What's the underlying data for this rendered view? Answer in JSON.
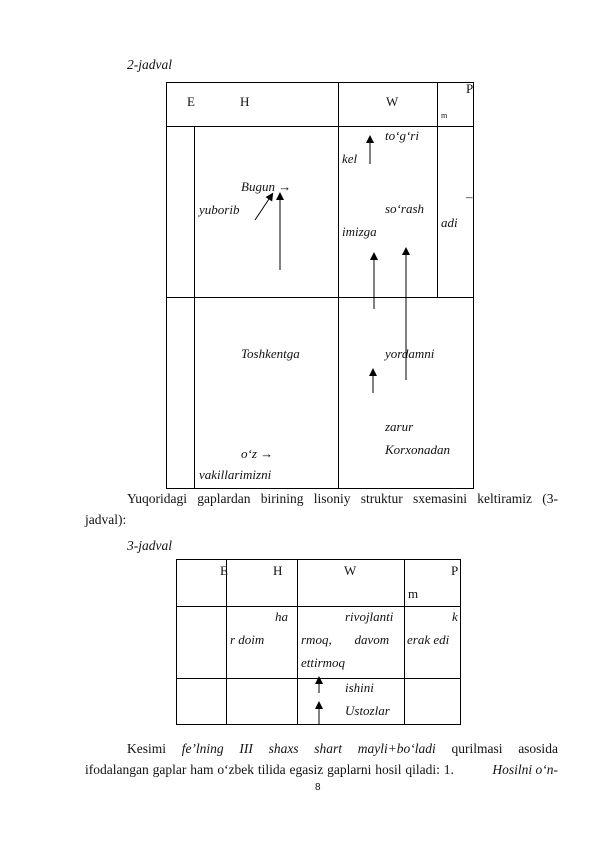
{
  "table2": {
    "caption": "2-jadval",
    "headers": {
      "e": "E",
      "h": "H",
      "w": "W",
      "p": "P",
      "m": "m"
    },
    "row1": {
      "h_line1": "Bugun →",
      "h_line2": "yuborib",
      "w_line1": "to‘g‘ri",
      "w_line2": "kel",
      "w_line3": "so‘rash",
      "w_line4": "imizga",
      "p_line1": "–",
      "p_line2": "adi"
    },
    "row2": {
      "h_line1": "Toshkentga",
      "h_line2": "o‘z  →",
      "h_line3": "vakillarimizni",
      "w_line1": "yordamni",
      "w_line2": "zarur",
      "w_line3": "Korxonadan"
    }
  },
  "paragraph1": {
    "line1": "Yuqoridagi gaplardan birining lisoniy struktur sxemasini keltiramiz (3-",
    "line2": "jadval):"
  },
  "table3": {
    "caption": "3-jadval",
    "headers": {
      "e": "E",
      "h": "H",
      "w": "W",
      "p": "P",
      "m": "m"
    },
    "row1": {
      "h_line1": "ha",
      "h_line2": "r doim",
      "w_line1": "rivojlanti",
      "w_line2": "rmoq,       davom",
      "w_line3": "ettirmoq",
      "p_line1": "k",
      "p_line2": "erak edi"
    },
    "row2": {
      "w_line1": "ishini",
      "w_line2": "Ustozlar"
    }
  },
  "paragraph2": {
    "w1": "Kesimi",
    "w2": "fe’lning",
    "w3": "III",
    "w4": "shaxs",
    "w5": "shart",
    "w6": "mayli+bo‘ladi",
    "w7": "qurilmasi",
    "w8": "asosida",
    "line2_normal": "ifodalangan gaplar ham o‘zbek tilida egasiz gaplarni hosil qiladi: 1.",
    "line2_italic": "Hosilni o‘n-"
  },
  "page_number": "8"
}
